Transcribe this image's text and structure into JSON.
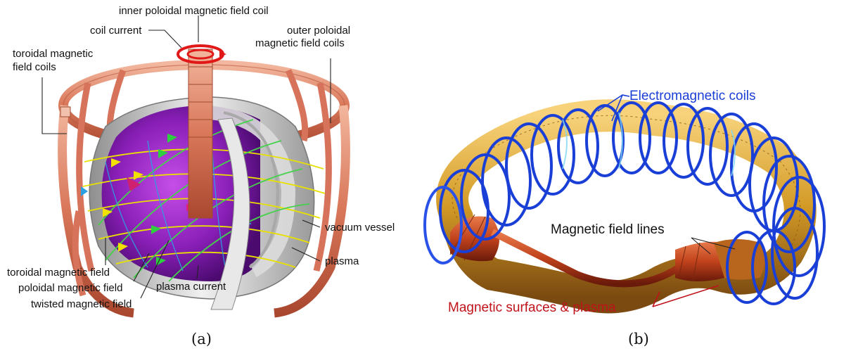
{
  "panel_a": {
    "caption": "(a)",
    "labels": {
      "inner_poloidal_coil": "inner poloidal magnetic field coil",
      "coil_current": "coil current",
      "outer_poloidal_1": "outer poloidal",
      "outer_poloidal_2": "magnetic field coils",
      "toroidal_coils_1": "toroidal magnetic",
      "toroidal_coils_2": "field coils",
      "vacuum_vessel": "vacuum vessel",
      "plasma": "plasma",
      "toroidal_field": "toroidal magnetic field",
      "poloidal_field": "poloidal magnetic field",
      "twisted_field": "twisted magnetic field",
      "plasma_current": "plasma current"
    }
  },
  "panel_b": {
    "caption": "(b)",
    "labels": {
      "electromagnetic_coils": "Electromagnetic coils",
      "magnetic_field_lines": "Magnetic field lines",
      "magnetic_surfaces": "Magnetic surfaces & plasma"
    },
    "colors": {
      "coils": "#1a3fd6",
      "surfaces": "#c0121a"
    }
  }
}
